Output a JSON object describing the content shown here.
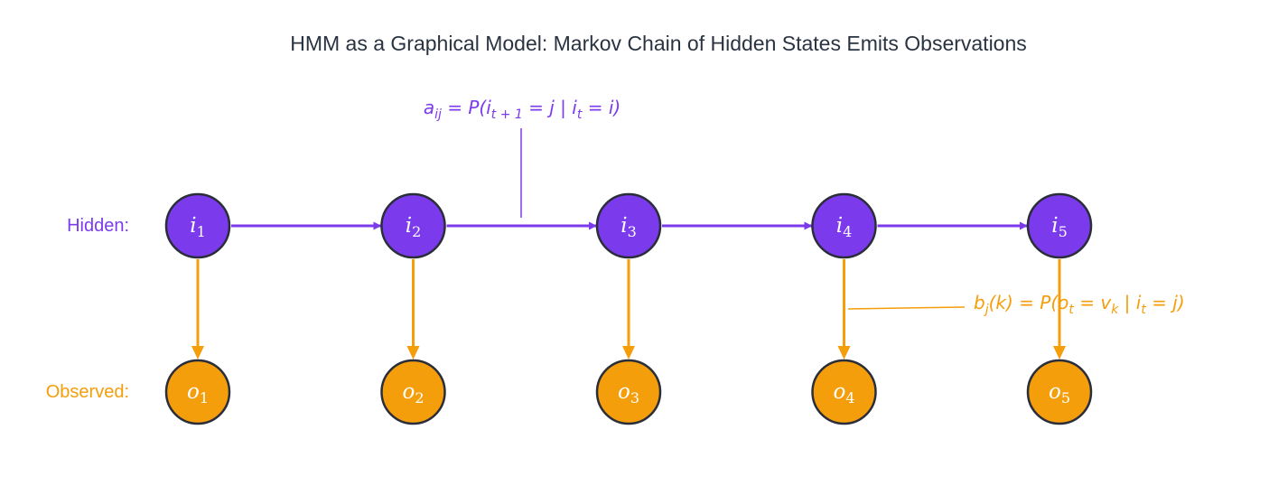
{
  "title": "HMM as a Graphical Model: Markov Chain of Hidden States Emits Observations",
  "colors": {
    "hidden": "#7c3aed",
    "observed": "#f59e0b",
    "node_stroke": "#2a2d3a",
    "title": "#2a3341"
  },
  "rows": {
    "hidden_label": "Hidden:",
    "observed_label": "Observed:"
  },
  "hidden_states": [
    {
      "symbol": "i",
      "index": "1"
    },
    {
      "symbol": "i",
      "index": "2"
    },
    {
      "symbol": "i",
      "index": "3"
    },
    {
      "symbol": "i",
      "index": "4"
    },
    {
      "symbol": "i",
      "index": "5"
    }
  ],
  "observations": [
    {
      "symbol": "o",
      "index": "1"
    },
    {
      "symbol": "o",
      "index": "2"
    },
    {
      "symbol": "o",
      "index": "3"
    },
    {
      "symbol": "o",
      "index": "4"
    },
    {
      "symbol": "o",
      "index": "5"
    }
  ],
  "annotations": {
    "transition": {
      "parts": [
        {
          "t": "a",
          "s": "it"
        },
        {
          "t": "ij",
          "s": "sub"
        },
        {
          "t": " = P(",
          "s": "it"
        },
        {
          "t": "i",
          "s": "it"
        },
        {
          "t": "t + 1",
          "s": "sub"
        },
        {
          "t": " = j | ",
          "s": "it"
        },
        {
          "t": "i",
          "s": "it"
        },
        {
          "t": "t",
          "s": "sub"
        },
        {
          "t": " = i)",
          "s": "it"
        }
      ]
    },
    "emission": {
      "parts": [
        {
          "t": "b",
          "s": "it"
        },
        {
          "t": "j",
          "s": "sub"
        },
        {
          "t": "(k) = P(",
          "s": "it"
        },
        {
          "t": "o",
          "s": "it"
        },
        {
          "t": "t",
          "s": "sub"
        },
        {
          "t": " = v",
          "s": "it"
        },
        {
          "t": "k",
          "s": "sub"
        },
        {
          "t": " | ",
          "s": "it"
        },
        {
          "t": "i",
          "s": "it"
        },
        {
          "t": "t",
          "s": "sub"
        },
        {
          "t": " = j)",
          "s": "it"
        }
      ]
    }
  }
}
